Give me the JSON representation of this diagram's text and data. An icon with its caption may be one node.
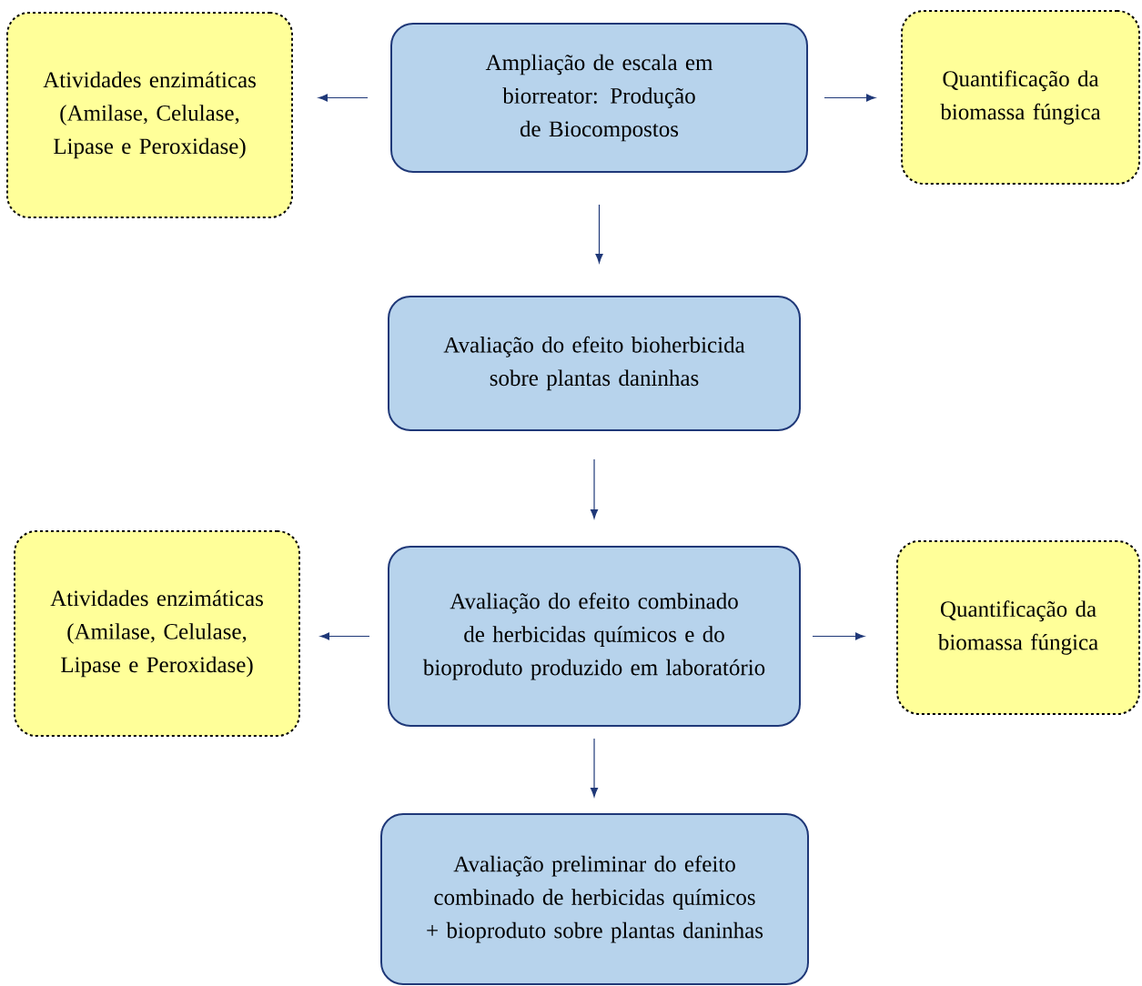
{
  "diagram": {
    "nodes": [
      {
        "text": [
          "Ampliação de escala em biorreator: Produção de Biocompostos"
        ]
      },
      {
        "text": [
          "Atividades enzimáticas (Amilase, Celulase, Lipase e Peroxidase)"
        ]
      },
      {
        "text": [
          "Quantificação da biomassa fúngica"
        ]
      },
      {
        "text": [
          "Avaliação do efeito bioherbicida sobre plantas daninhas"
        ]
      },
      {
        "text": [
          "Atividades enzimáticas (Amilase, Celulase, Lipase e Peroxidase)"
        ]
      },
      {
        "text": [
          "Avaliação do efeito combinado de herbicidas químicos e do bioproduto produzido em laboratório"
        ]
      },
      {
        "text": [
          "Quantificação da biomassa fúngica"
        ]
      },
      {
        "text": [
          "Avaliação preliminar do efeito combinado de herbicidas químicos + bioproduto sobre plantas daninhas"
        ]
      }
    ],
    "edges": [
      {
        "from": 0,
        "to": 1,
        "arrow": "to"
      },
      {
        "from": 0,
        "to": 2,
        "arrow": "to"
      },
      {
        "from": 0,
        "to": 3,
        "arrow": "to"
      },
      {
        "from": 3,
        "to": 5,
        "arrow": "to"
      },
      {
        "from": 5,
        "to": 4,
        "arrow": "to"
      },
      {
        "from": 5,
        "to": 6,
        "arrow": "to"
      },
      {
        "from": 5,
        "to": 7,
        "arrow": "to"
      }
    ]
  }
}
